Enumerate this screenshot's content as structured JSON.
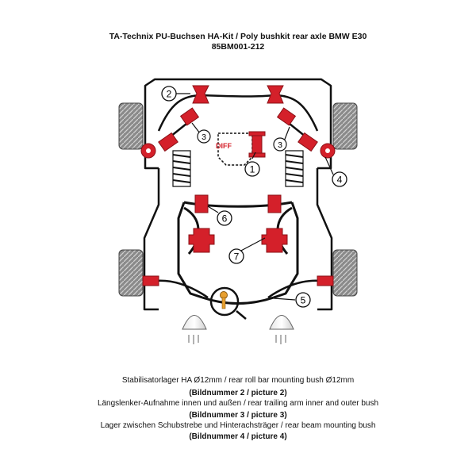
{
  "header": {
    "title_line1": "TA-Technix PU-Buchsen HA-Kit / Poly bushkit rear axle BMW E30",
    "title_line2": "85BM001-212"
  },
  "diagram": {
    "callouts": [
      "1",
      "2",
      "3",
      "3",
      "4",
      "5",
      "6",
      "7"
    ],
    "diff_label": "DIFF",
    "colors": {
      "bush": "#d4202a",
      "outline": "#111111",
      "wheel": "#7a7a7a"
    }
  },
  "captions": [
    {
      "text": "Stabilisatorlager HA Ø12mm / rear roll bar mounting bush Ø12mm",
      "bold": false
    },
    {
      "text": "(Bildnummer 2 / picture 2)",
      "bold": true
    },
    {
      "text": "Längslenker-Aufnahme innen und außen / rear trailing arm inner and outer bush",
      "bold": false
    },
    {
      "text": "(Bildnummer 3 / picture 3)",
      "bold": true
    },
    {
      "text": "Lager zwischen Schubstrebe und Hinterachsträger / rear beam mounting bush",
      "bold": false
    },
    {
      "text": "(Bildnummer 4 / picture 4)",
      "bold": true
    }
  ]
}
